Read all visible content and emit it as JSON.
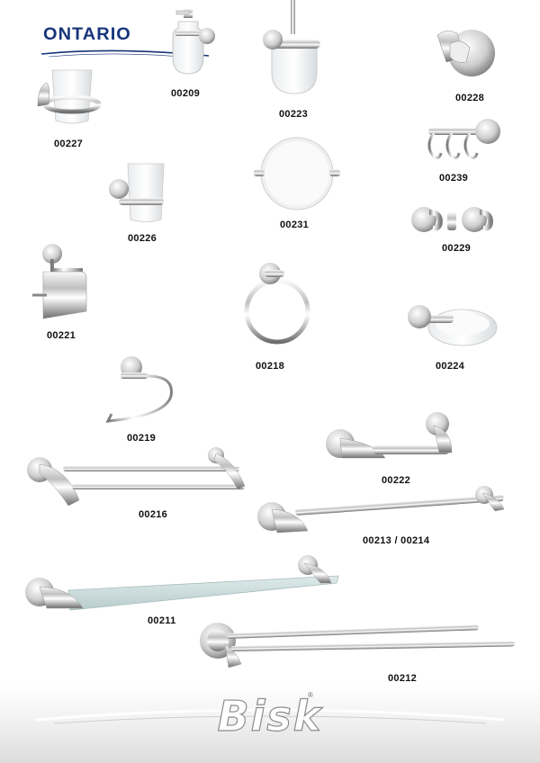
{
  "brand": {
    "collection": "ONTARIO",
    "logo_text": "Bisk",
    "registered": "®"
  },
  "products": [
    {
      "code": "00209"
    },
    {
      "code": "00223"
    },
    {
      "code": "00228"
    },
    {
      "code": "00227"
    },
    {
      "code": "00239"
    },
    {
      "code": "00226"
    },
    {
      "code": "00231"
    },
    {
      "code": "00229"
    },
    {
      "code": "00221"
    },
    {
      "code": "00218"
    },
    {
      "code": "00224"
    },
    {
      "code": "00219"
    },
    {
      "code": "00222"
    },
    {
      "code": "00216"
    },
    {
      "code": "00213 / 00214"
    },
    {
      "code": "00211"
    },
    {
      "code": "00212"
    }
  ],
  "colors": {
    "brand_blue": "#16357a",
    "chrome_dark": "#6b6b6b",
    "chrome_light": "#f4f4f4"
  }
}
